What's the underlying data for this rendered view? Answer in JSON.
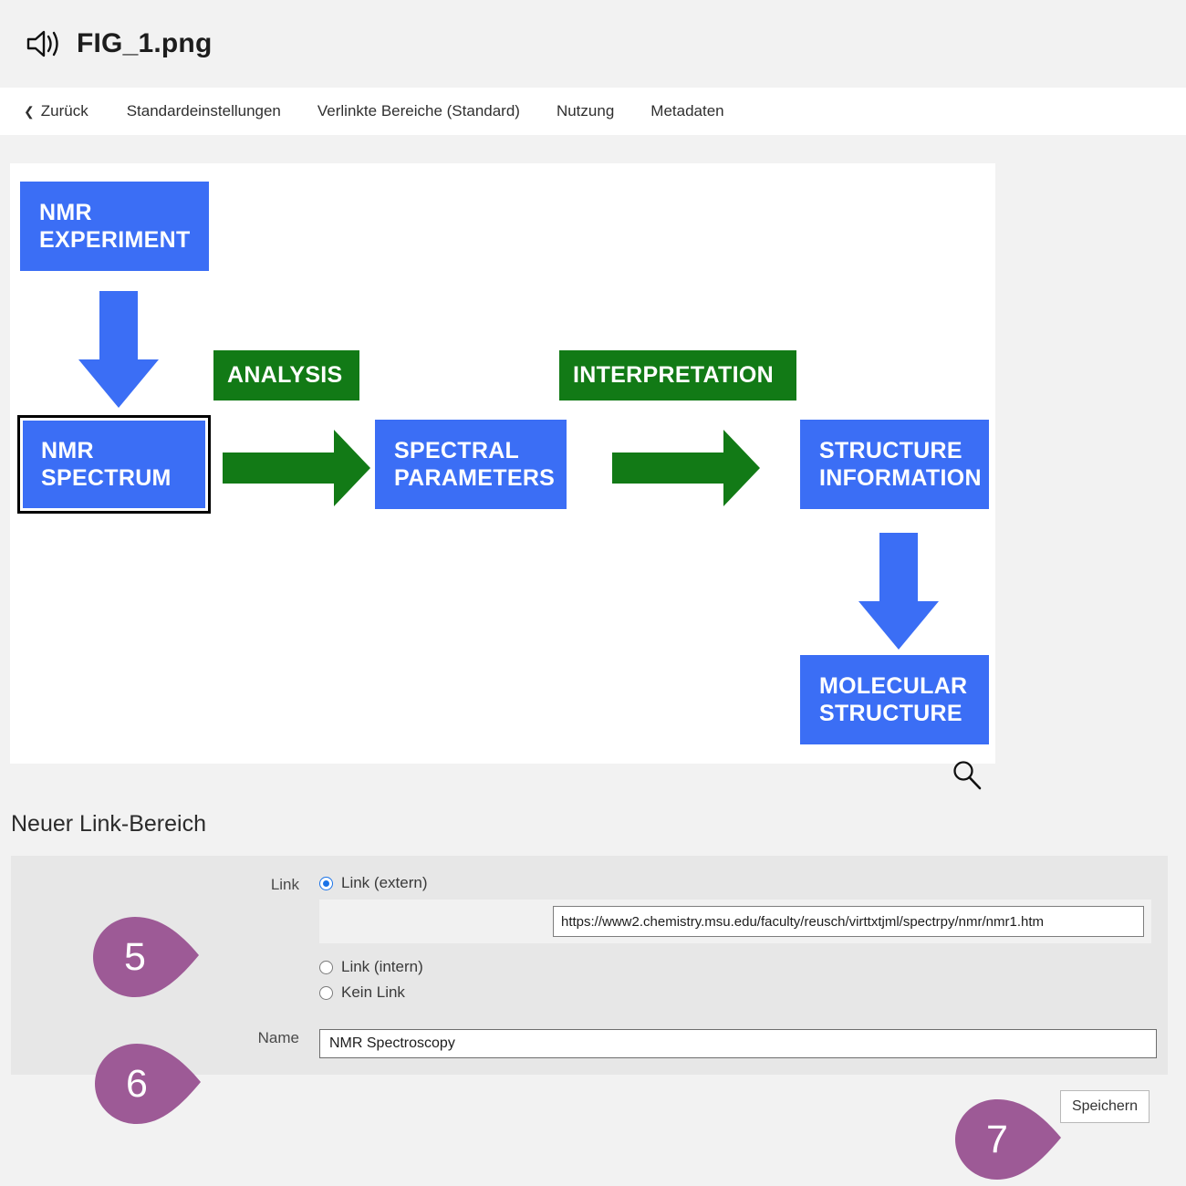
{
  "header": {
    "icon": "speaker-icon",
    "title": "FIG_1.png"
  },
  "nav": {
    "back_label": "Zurück",
    "items": [
      {
        "label": "Standardeinstellungen"
      },
      {
        "label": "Verlinkte Bereiche (Standard)"
      },
      {
        "label": "Nutzung"
      },
      {
        "label": "Metadaten"
      }
    ]
  },
  "figure": {
    "zoom_icon": "magnifier-icon",
    "nodes": [
      {
        "id": "nmr-experiment",
        "label": "NMR\nEXPERIMENT",
        "color": "blue",
        "selected": false
      },
      {
        "id": "nmr-spectrum",
        "label": "NMR\nSPECTRUM",
        "color": "blue",
        "selected": true
      },
      {
        "id": "analysis",
        "label": "ANALYSIS",
        "color": "green",
        "selected": false
      },
      {
        "id": "spectral-parameters",
        "label": "SPECTRAL\nPARAMETERS",
        "color": "blue",
        "selected": false
      },
      {
        "id": "interpretation",
        "label": "INTERPRETATION",
        "color": "green",
        "selected": false
      },
      {
        "id": "structure-information",
        "label": "STRUCTURE\nINFORMATION",
        "color": "blue",
        "selected": false
      },
      {
        "id": "molecular-structure",
        "label": "MOLECULAR\nSTRUCTURE",
        "color": "blue",
        "selected": false
      }
    ],
    "arrows": [
      {
        "id": "arrow-experiment-to-spectrum",
        "direction": "down",
        "color": "blue"
      },
      {
        "id": "arrow-spectrum-to-parameters",
        "direction": "right",
        "color": "green"
      },
      {
        "id": "arrow-parameters-to-structure",
        "direction": "right",
        "color": "green"
      },
      {
        "id": "arrow-structure-to-molecular",
        "direction": "down",
        "color": "blue"
      }
    ],
    "colors": {
      "blue": "#3b6ef5",
      "green": "#127a16"
    }
  },
  "section": {
    "title": "Neuer Link-Bereich"
  },
  "form": {
    "link_label": "Link",
    "name_label": "Name",
    "options": [
      {
        "value": "extern",
        "label": "Link (extern)",
        "checked": true
      },
      {
        "value": "intern",
        "label": "Link (intern)",
        "checked": false
      },
      {
        "value": "kein",
        "label": "Kein Link",
        "checked": false
      }
    ],
    "url_value": "https://www2.chemistry.msu.edu/faculty/reusch/virttxtjml/spectrpy/nmr/nmr1.htm",
    "url_placeholder": "",
    "name_value": "NMR Spectroscopy",
    "name_placeholder": "",
    "save_label": "Speichern"
  },
  "callouts": [
    {
      "id": "callout-5",
      "number": "5"
    },
    {
      "id": "callout-6",
      "number": "6"
    },
    {
      "id": "callout-7",
      "number": "7"
    }
  ],
  "colors": {
    "page_bg": "#f2f2f2",
    "panel_bg": "#e7e7e7",
    "accent_radio": "#1a73e8",
    "callout": "#9d5a96"
  }
}
